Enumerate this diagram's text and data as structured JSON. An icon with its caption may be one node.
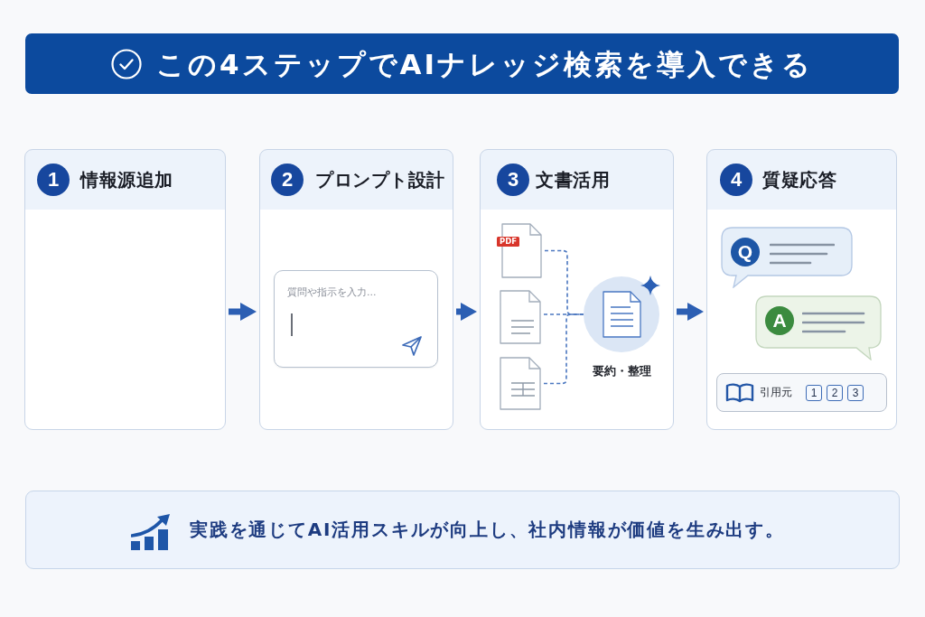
{
  "diagram": {
    "title": "この4ステップでAIナレッジ検索を導入できる",
    "nodes": [
      {
        "text": [
          "情報源追加"
        ]
      },
      {
        "text": [
          "1"
        ],
        "in": 0
      },
      {
        "text": [
          "プロンプト設計"
        ]
      },
      {
        "text": [
          "2"
        ],
        "in": 2
      },
      {
        "text": [
          "質問や指示を入力..."
        ],
        "in": 2
      },
      {
        "text": [
          "文書活用"
        ]
      },
      {
        "text": [
          "3"
        ],
        "in": 5
      },
      {
        "text": [
          "PDF"
        ],
        "in": 5
      },
      {
        "text": [],
        "shape": "document",
        "in": 5
      },
      {
        "text": [],
        "shape": "document",
        "in": 5
      },
      {
        "text": [],
        "shape": "circle",
        "in": 5,
        "beside": [
          "要約・整理"
        ]
      },
      {
        "text": [
          "質疑応答"
        ]
      },
      {
        "text": [
          "4"
        ],
        "in": 11
      },
      {
        "text": [],
        "shape": "bubble",
        "in": 11
      },
      {
        "text": [
          "Q"
        ],
        "in": 13
      },
      {
        "text": [],
        "shape": "bubble",
        "in": 11
      },
      {
        "text": [
          "A"
        ],
        "in": 15
      },
      {
        "text": [
          "引用元"
        ],
        "in": 11
      },
      {
        "text": [
          "1"
        ],
        "in": 17
      },
      {
        "text": [
          "2"
        ],
        "in": 17
      },
      {
        "text": [
          "3"
        ],
        "in": 17
      },
      {
        "text": [
          "実践を通じてAI活用スキルが向上し、社内情報が価値を生み出す。"
        ]
      }
    ],
    "edges": [
      {
        "from": 0,
        "to": 2,
        "arrow": "to",
        "style": "thick"
      },
      {
        "from": 2,
        "to": 5,
        "arrow": "to",
        "style": "thick"
      },
      {
        "from": 5,
        "to": 11,
        "arrow": "to",
        "style": "thick"
      },
      {
        "from": 7,
        "to": 10,
        "arrow": "none",
        "style": "dashed"
      },
      {
        "from": 8,
        "to": 10,
        "arrow": "none",
        "style": "dashed"
      },
      {
        "from": 9,
        "to": 10,
        "arrow": "none",
        "style": "dashed"
      }
    ]
  }
}
